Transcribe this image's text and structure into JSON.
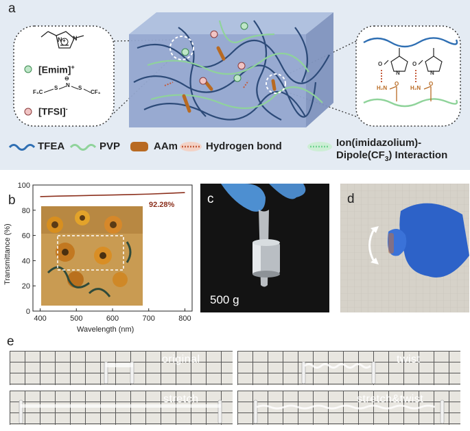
{
  "panels": {
    "a": "a",
    "b": "b",
    "c": "c",
    "d": "d",
    "e": "e"
  },
  "panel_a": {
    "cation": "[Emim]",
    "cation_sup": "+",
    "anion": "[TFSI]",
    "anion_sup": "-",
    "ring_n1": "N",
    "ring_n2": "N",
    "ring_plus": "+",
    "tfsi_f3c": "F₃C",
    "tfsi_cf3": "CF₃",
    "tfsi_s1": "S",
    "tfsi_s2": "S",
    "tfsi_n": "N",
    "tfsi_minus": "⊖",
    "pyr_n1": "N",
    "pyr_n2": "N",
    "pyr_o1": "O",
    "pyr_o2": "O",
    "amide1": "H₂N",
    "amide2": "H₂N",
    "amide_o1": "O",
    "amide_o2": "O",
    "legend": [
      {
        "label": "TFEA",
        "color": "#2f6fb3"
      },
      {
        "label": "PVP",
        "color": "#8fd39a"
      },
      {
        "label": "AAm",
        "color": "#b86a22"
      },
      {
        "label": "Hydrogen bond",
        "color": "#c45a3a"
      },
      {
        "label": "Ion(imidazolium)-",
        "label2": "Dipole(CF",
        "label2_sub": "3",
        "label2_end": ") Interaction",
        "color": "#6fd38f"
      }
    ]
  },
  "panel_c": {
    "weight": "500 g"
  },
  "panel_e": {
    "labels": [
      "original",
      "twist",
      "stretch",
      "stretch&twist"
    ]
  },
  "chart_data": {
    "type": "line",
    "title": "",
    "xlabel": "Wavelength (nm)",
    "ylabel": "Transmittance (%)",
    "xlim": [
      380,
      820
    ],
    "ylim": [
      0,
      100
    ],
    "x_ticks": [
      400,
      500,
      600,
      700,
      800
    ],
    "y_ticks": [
      0,
      20,
      40,
      60,
      80,
      100
    ],
    "annotation": "92.28%",
    "series": [
      {
        "color": "#8b2f1c",
        "x": [
          400,
          450,
          500,
          550,
          600,
          650,
          700,
          750,
          800
        ],
        "y": [
          90.8,
          91.2,
          91.5,
          91.8,
          92.1,
          92.4,
          92.8,
          93.4,
          94.0
        ]
      }
    ]
  }
}
